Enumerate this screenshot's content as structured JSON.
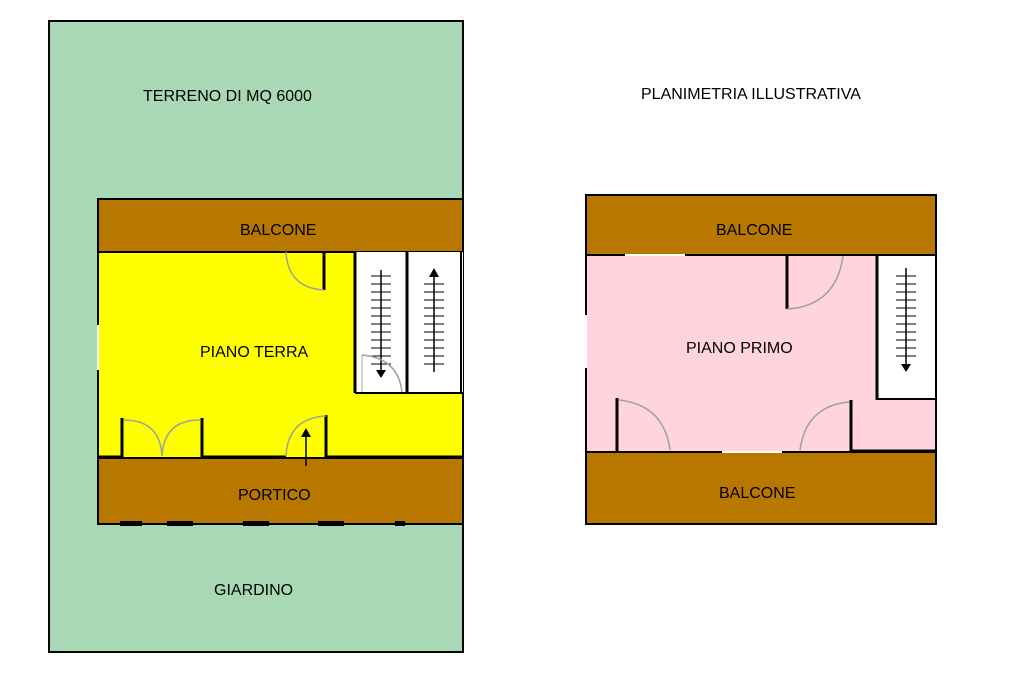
{
  "labels": {
    "terreno": "TERRENO DI MQ 6000",
    "title": "PLANIMETRIA ILLUSTRATIVA",
    "balcone_terra": "BALCONE",
    "piano_terra": "PIANO TERRA",
    "portico": "PORTICO",
    "giardino": "GIARDINO",
    "balcone_primo_top": "BALCONE",
    "piano_primo": "PIANO PRIMO",
    "balcone_primo_bottom": "BALCONE"
  },
  "colors": {
    "garden": "#a8d8b4",
    "balcony": "#b87800",
    "ground_floor": "#ffff00",
    "first_floor": "#ffd4dc",
    "wall": "#000000",
    "door_arc": "#a0a0a0"
  }
}
